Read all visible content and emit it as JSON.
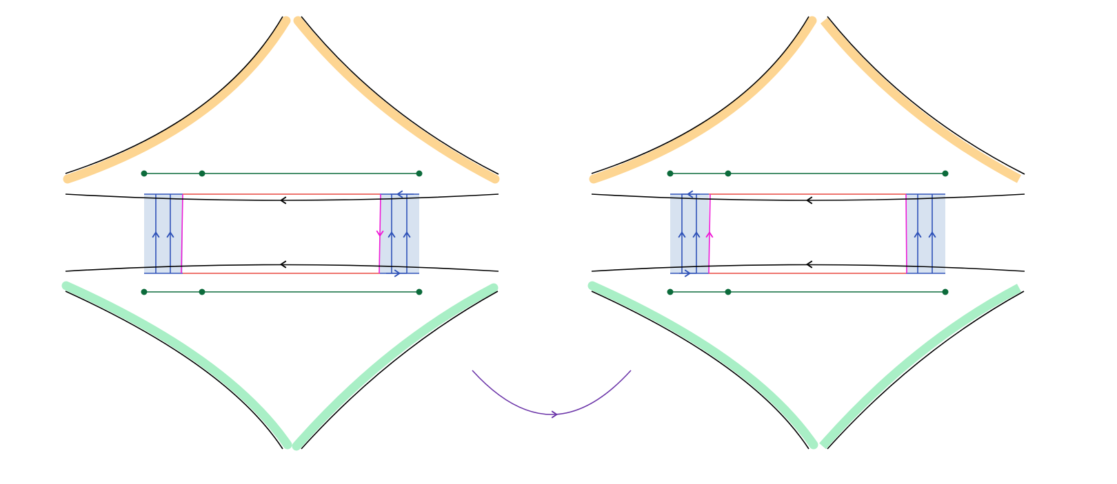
{
  "colors": {
    "background": "#ffffff",
    "orange_band": "#fdd592",
    "green_band": "#a9efc6",
    "curve": "#000000",
    "dark_green": "#0c6b3b",
    "blue": "#2f52b8",
    "blue_shade": "#d7e2f0",
    "red": "#e8463e",
    "magenta": "#ee1ad6",
    "purple": "#6b34a8"
  },
  "panels": [
    {
      "name": "left-panel"
    },
    {
      "name": "right-panel"
    }
  ],
  "transition_arrow": {
    "name": "purple-transition-arrow",
    "direction": "left-to-right"
  }
}
